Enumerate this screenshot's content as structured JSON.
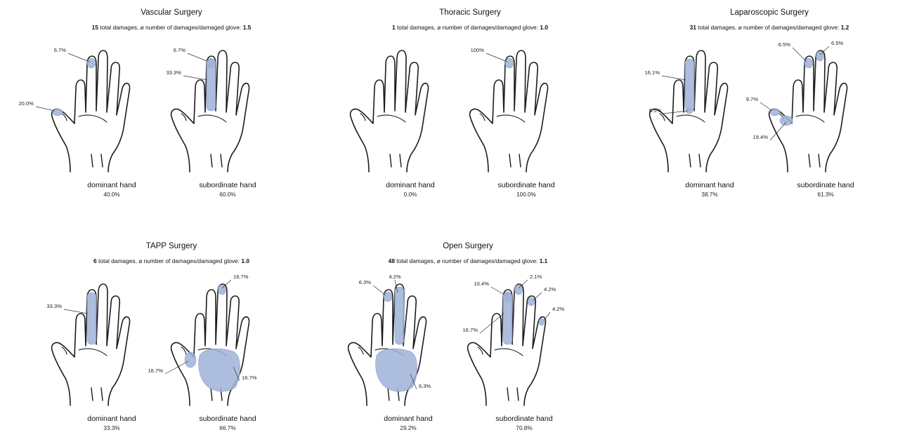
{
  "panels": [
    {
      "title": "Vascular Surgery",
      "subtitle": {
        "count": "15",
        "middle": " total damages, ⌀ number of damages/damaged glove: ",
        "avg": "1.5"
      },
      "dominant": {
        "label": "dominant hand",
        "pct": "40.0%",
        "damages": [
          {
            "region": "index-tip",
            "value": "6.7%"
          },
          {
            "region": "thumb-tip",
            "value": "20.0%"
          }
        ]
      },
      "subordinate": {
        "label": "subordinate hand",
        "pct": "60.0%",
        "damages": [
          {
            "region": "index-tip",
            "value": "6.7%"
          },
          {
            "region": "index-full",
            "value": "33.3%"
          }
        ]
      }
    },
    {
      "title": "Thoracic Surgery",
      "subtitle": {
        "count": "1",
        "middle": " total damages, ⌀ number of damages/damaged glove: ",
        "avg": "1.0"
      },
      "dominant": {
        "label": "dominant hand",
        "pct": "0.0%",
        "damages": []
      },
      "subordinate": {
        "label": "subordinate hand",
        "pct": "100.0%",
        "damages": [
          {
            "region": "index-tip",
            "value": "100%"
          }
        ]
      }
    },
    {
      "title": "Laparoscopic Surgery",
      "subtitle": {
        "count": "31",
        "middle": " total damages, ⌀ number of damages/damaged glove: ",
        "avg": "1.2"
      },
      "dominant": {
        "label": "dominant hand",
        "pct": "38.7%",
        "damages": [
          {
            "region": "index-full",
            "value": "16.1%"
          },
          {
            "region": "index-base",
            "value": "6.5%"
          }
        ]
      },
      "subordinate": {
        "label": "subordinate hand",
        "pct": "61.3%",
        "damages": [
          {
            "region": "index-tip",
            "value": "6.5%"
          },
          {
            "region": "middle-tip",
            "value": "6.5%"
          },
          {
            "region": "thumb-tip",
            "value": "9.7%"
          },
          {
            "region": "thumb-mid",
            "value": "19.4%"
          }
        ]
      }
    },
    {
      "title": "TAPP Surgery",
      "subtitle": {
        "count": "6",
        "middle": " total damages, ⌀ number of damages/damaged glove: ",
        "avg": "1.0"
      },
      "dominant": {
        "label": "dominant hand",
        "pct": "33.3%",
        "damages": [
          {
            "region": "index-full",
            "value": "33.3%"
          }
        ]
      },
      "subordinate": {
        "label": "subordinate hand",
        "pct": "66.7%",
        "damages": [
          {
            "region": "middle-tip",
            "value": "16.7%"
          },
          {
            "region": "thumb-base",
            "value": "16.7%"
          },
          {
            "region": "palm",
            "value": "16.7%"
          }
        ]
      }
    },
    {
      "title": "Open Surgery",
      "subtitle": {
        "count": "48",
        "middle": " total damages, ⌀ number of damages/damaged glove: ",
        "avg": "1.1"
      },
      "dominant": {
        "label": "dominant hand",
        "pct": "29.2%",
        "damages": [
          {
            "region": "index-tip",
            "value": "6.3%"
          },
          {
            "region": "middle-full",
            "value": "4.2%"
          },
          {
            "region": "palm",
            "value": "6.3%"
          }
        ]
      },
      "subordinate": {
        "label": "subordinate hand",
        "pct": "70.8%",
        "damages": [
          {
            "region": "index-tip",
            "value": "10.4%"
          },
          {
            "region": "middle-tip",
            "value": "2.1%"
          },
          {
            "region": "ring-tip",
            "value": "4.2%"
          },
          {
            "region": "pinky-tip",
            "value": "4.2%"
          },
          {
            "region": "index-full",
            "value": "16.7%"
          }
        ]
      }
    }
  ],
  "colors": {
    "damage": "#9fb2d8",
    "outline": "#1c1c1c"
  }
}
